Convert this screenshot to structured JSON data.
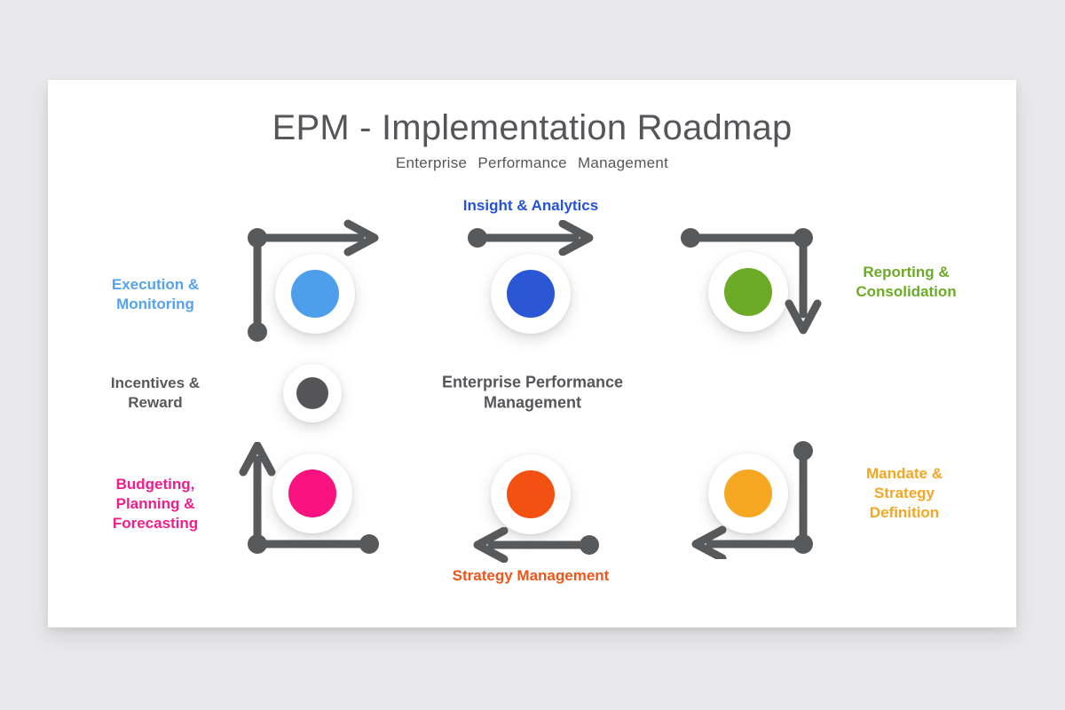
{
  "title": "EPM - Implementation Roadmap",
  "subtitle": "Enterprise Performance Management",
  "center_label": "Enterprise Performance\nManagement",
  "colors": {
    "page_background": "#e9e8ea",
    "card_background": "#ffffff",
    "arrow": "#58595b",
    "heading_text": "#55565a"
  },
  "nodes": {
    "execution": {
      "label": "Execution &\nMonitoring",
      "color": "#4d9eeb",
      "text_color": "#55a2ee"
    },
    "insight": {
      "label": "Insight & Analytics",
      "color": "#2b57d5",
      "text_color": "#2453d8"
    },
    "reporting": {
      "label": "Reporting &\nConsolidation",
      "color": "#6cab26",
      "text_color": "#6cab26"
    },
    "incentives": {
      "label": "Incentives &\nReward",
      "color": "#555557",
      "text_color": "#58595b"
    },
    "budgeting": {
      "label": "Budgeting,\nPlanning &\nForecasting",
      "color": "#f91280",
      "text_color": "#f01e8c"
    },
    "strategy": {
      "label": "Strategy Management",
      "color": "#f25112",
      "text_color": "#f0551a"
    },
    "mandate": {
      "label": "Mandate &\nStrategy\nDefinition",
      "color": "#f7a823",
      "text_color": "#f5a623"
    }
  }
}
